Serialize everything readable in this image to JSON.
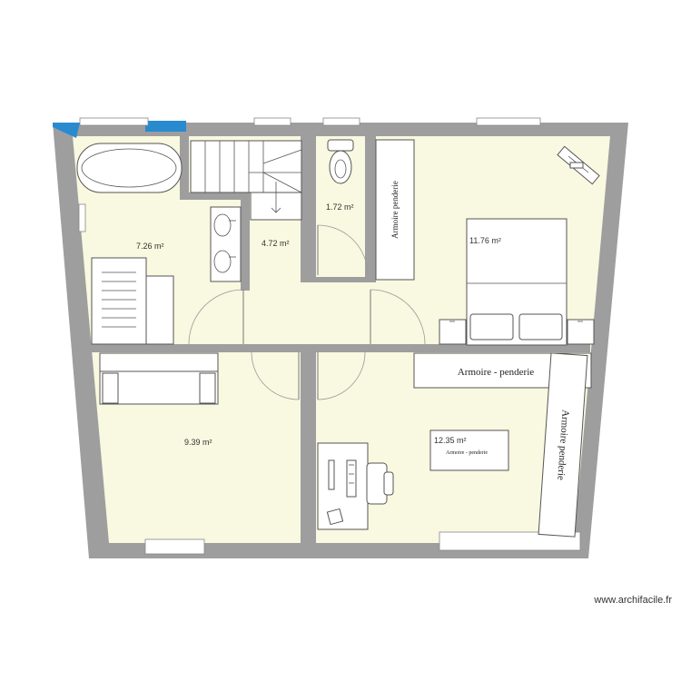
{
  "rooms": {
    "bathroom": {
      "area": "7.26 m²"
    },
    "stair_hall": {
      "area": "4.72 m²"
    },
    "wc": {
      "area": "1.72 m²"
    },
    "bedroom_top_right": {
      "area": "11.76 m²"
    },
    "bedroom_bottom_left": {
      "area": "9.39 m²"
    },
    "bedroom_bottom_right": {
      "area": "12.35 m²"
    }
  },
  "furniture": {
    "wardrobe_top_right_label": "Armoire   penderie",
    "wardrobe_bottom_horizontal_label": "Armoire - penderie",
    "wardrobe_bottom_vertical_label": "Armoire   penderie",
    "small_wardrobe_label": "Armoire - penderie"
  },
  "watermark": "www.archifacile.fr",
  "colors": {
    "room_fill": "#f9f8e0",
    "wall": "#9e9e9e",
    "window_accent": "#2a8ad0"
  }
}
